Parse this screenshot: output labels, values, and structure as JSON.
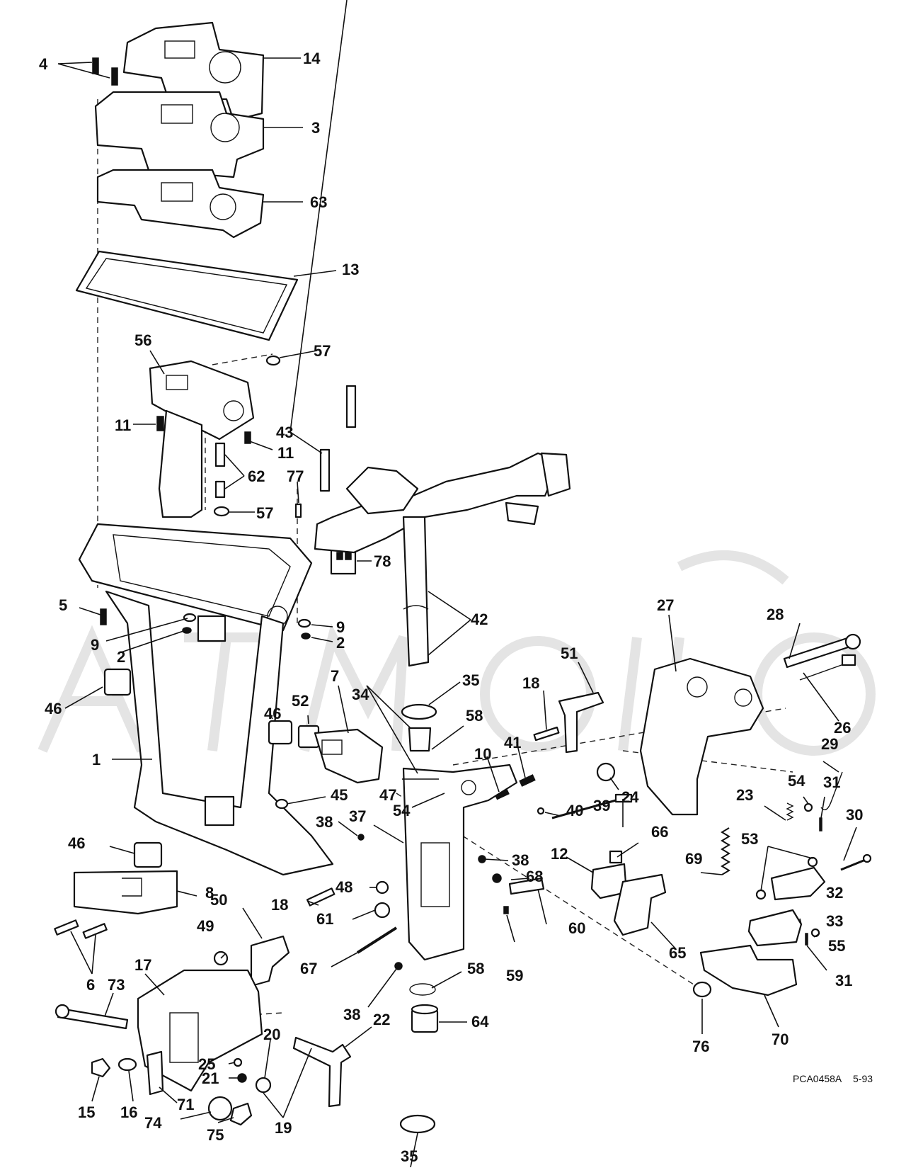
{
  "diagram": {
    "type": "exploded-parts-diagram",
    "figure_code": "PCA0458A",
    "figure_date": "5-93",
    "callouts": [
      "4",
      "14",
      "3",
      "63",
      "13",
      "56",
      "57",
      "11",
      "43",
      "11",
      "62",
      "77",
      "57",
      "78",
      "42",
      "5",
      "9",
      "9",
      "2",
      "2",
      "27",
      "28",
      "46",
      "7",
      "35",
      "34",
      "58",
      "51",
      "18",
      "26",
      "1",
      "46",
      "52",
      "10",
      "41",
      "29",
      "45",
      "47",
      "54",
      "24",
      "23",
      "54",
      "31",
      "30",
      "38",
      "37",
      "40",
      "39",
      "66",
      "53",
      "46",
      "38",
      "12",
      "8",
      "48",
      "69",
      "32",
      "68",
      "18",
      "50",
      "61",
      "60",
      "33",
      "55",
      "49",
      "67",
      "59",
      "65",
      "31",
      "6",
      "58",
      "17",
      "73",
      "38",
      "22",
      "64",
      "76",
      "70",
      "20",
      "25",
      "21",
      "71",
      "15",
      "16",
      "74",
      "75",
      "19",
      "35"
    ]
  }
}
